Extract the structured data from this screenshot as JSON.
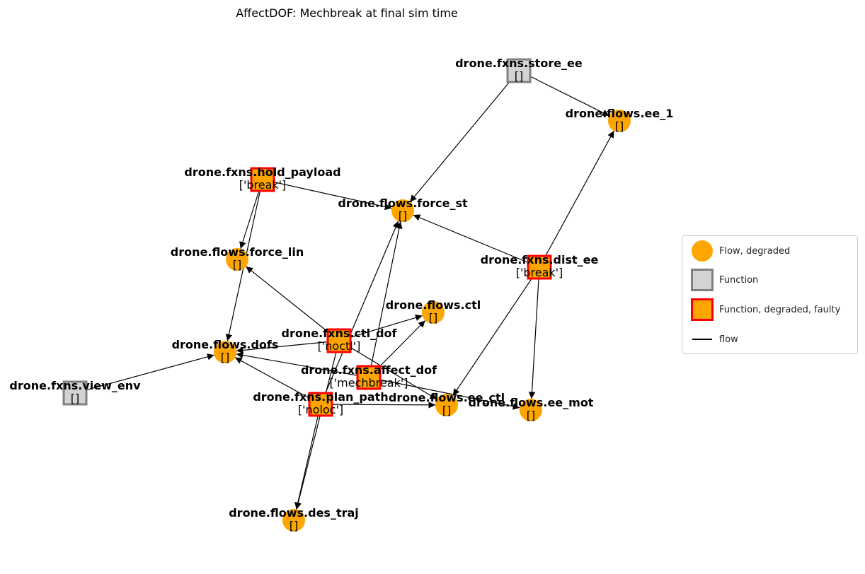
{
  "title": "AffectDOF: Mechbreak at final sim time",
  "colors": {
    "flow_degraded": "#ffa500",
    "function_fill": "#d3d3d3",
    "function_border": "#808080",
    "faulty_border": "#ff0000",
    "edge": "#000000"
  },
  "nodes": [
    {
      "id": "store_ee",
      "name": "drone.fxns.store_ee",
      "state": "[]",
      "kind": "function"
    },
    {
      "id": "ee_1",
      "name": "drone.flows.ee_1",
      "state": "[]",
      "kind": "flow_degraded"
    },
    {
      "id": "hold_payload",
      "name": "drone.fxns.hold_payload",
      "state": "['break']",
      "kind": "function_faulty"
    },
    {
      "id": "force_st",
      "name": "drone.flows.force_st",
      "state": "[]",
      "kind": "flow_degraded"
    },
    {
      "id": "force_lin",
      "name": "drone.flows.force_lin",
      "state": "[]",
      "kind": "flow_degraded"
    },
    {
      "id": "dist_ee",
      "name": "drone.fxns.dist_ee",
      "state": "['break']",
      "kind": "function_faulty"
    },
    {
      "id": "ctl",
      "name": "drone.flows.ctl",
      "state": "[]",
      "kind": "flow_degraded"
    },
    {
      "id": "ctl_dof",
      "name": "drone.fxns.ctl_dof",
      "state": "['noctl']",
      "kind": "function_faulty"
    },
    {
      "id": "dofs",
      "name": "drone.flows.dofs",
      "state": "[]",
      "kind": "flow_degraded"
    },
    {
      "id": "affect_dof",
      "name": "drone.fxns.affect_dof",
      "state": "['mechbreak']",
      "kind": "function_faulty"
    },
    {
      "id": "view_env",
      "name": "drone.fxns.view_env",
      "state": "[]",
      "kind": "function"
    },
    {
      "id": "plan_path",
      "name": "drone.fxns.plan_path",
      "state": "['noloc']",
      "kind": "function_faulty"
    },
    {
      "id": "ee_ctl",
      "name": "drone.flows.ee_ctl",
      "state": "[]",
      "kind": "flow_degraded"
    },
    {
      "id": "ee_mot",
      "name": "drone.flows.ee_mot",
      "state": "[]",
      "kind": "flow_degraded"
    },
    {
      "id": "des_traj",
      "name": "drone.flows.des_traj",
      "state": "[]",
      "kind": "flow_degraded"
    }
  ],
  "edges": [
    {
      "from": "store_ee",
      "to": "ee_1"
    },
    {
      "from": "store_ee",
      "to": "force_st"
    },
    {
      "from": "dist_ee",
      "to": "ee_1"
    },
    {
      "from": "dist_ee",
      "to": "force_st"
    },
    {
      "from": "dist_ee",
      "to": "ee_ctl"
    },
    {
      "from": "dist_ee",
      "to": "ee_mot"
    },
    {
      "from": "hold_payload",
      "to": "force_st"
    },
    {
      "from": "hold_payload",
      "to": "force_lin"
    },
    {
      "from": "hold_payload",
      "to": "dofs"
    },
    {
      "from": "ctl_dof",
      "to": "ctl"
    },
    {
      "from": "ctl_dof",
      "to": "dofs"
    },
    {
      "from": "ctl_dof",
      "to": "force_lin"
    },
    {
      "from": "ctl_dof",
      "to": "ee_ctl"
    },
    {
      "from": "ctl_dof",
      "to": "des_traj"
    },
    {
      "from": "affect_dof",
      "to": "ctl"
    },
    {
      "from": "affect_dof",
      "to": "dofs"
    },
    {
      "from": "affect_dof",
      "to": "ee_mot"
    },
    {
      "from": "affect_dof",
      "to": "force_st"
    },
    {
      "from": "plan_path",
      "to": "dofs"
    },
    {
      "from": "plan_path",
      "to": "ee_ctl"
    },
    {
      "from": "plan_path",
      "to": "des_traj"
    },
    {
      "from": "plan_path",
      "to": "force_st"
    },
    {
      "from": "view_env",
      "to": "dofs"
    }
  ],
  "legend": [
    {
      "label": "Flow, degraded",
      "kind": "flow_degraded"
    },
    {
      "label": "Function",
      "kind": "function"
    },
    {
      "label": "Function, degraded, faulty",
      "kind": "function_faulty"
    },
    {
      "label": "flow",
      "kind": "edge"
    }
  ]
}
